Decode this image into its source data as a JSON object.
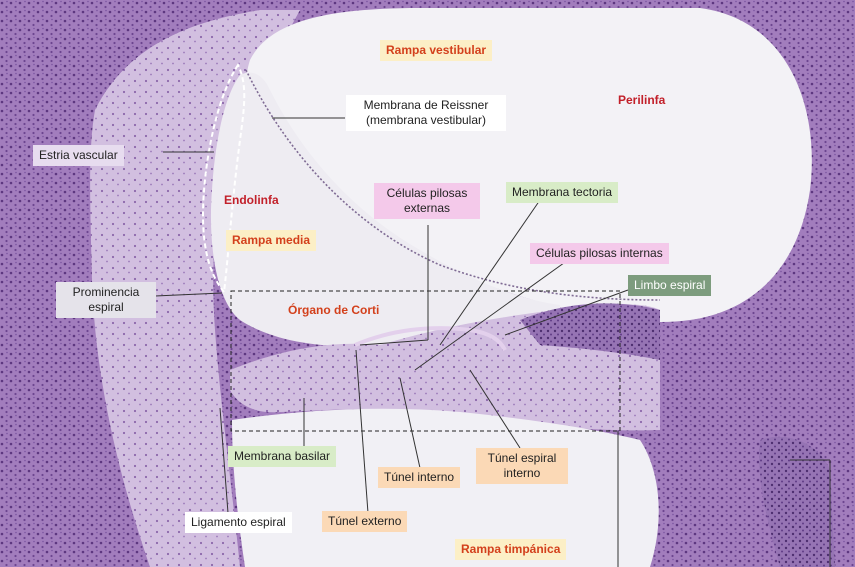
{
  "labels": {
    "rampa_vestibular": "Rampa vestibular",
    "perilinfa": "Perilinfa",
    "membrana_reissner_1": "Membrana de Reissner",
    "membrana_reissner_2": "(membrana vestibular)",
    "estria_vascular": "Estria vascular",
    "endolinfa": "Endolinfa",
    "celulas_pilosas_externas_1": "Células pilosas",
    "celulas_pilosas_externas_2": "externas",
    "membrana_tectoria": "Membrana tectoria",
    "rampa_media": "Rampa media",
    "celulas_pilosas_internas": "Células pilosas internas",
    "limbo_espiral": "Limbo espiral",
    "prominencia_espiral_1": "Prominencia",
    "prominencia_espiral_2": "espiral",
    "organo_de_corti": "Órgano de Corti",
    "membrana_basilar": "Membrana basilar",
    "tunel_interno": "Túnel interno",
    "tunel_espiral_interno_1": "Túnel espiral",
    "tunel_espiral_interno_2": "interno",
    "ligamento_espiral": "Ligamento espiral",
    "tunel_externo": "Túnel externo",
    "rampa_timpanica": "Rampa timpánica"
  },
  "colors": {
    "tissue_purple": "#8a5aa6",
    "tissue_light": "#c9b3d9",
    "lumen": "#f3f2f6",
    "annotation_line": "#333333"
  }
}
